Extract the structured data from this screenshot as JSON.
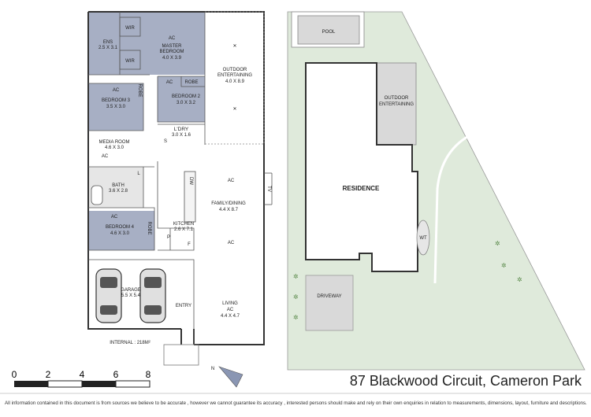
{
  "plan": {
    "rooms": {
      "ens": {
        "name": "ENS",
        "dims": "2.5 X 3.1"
      },
      "wir_top": {
        "name": "WIR"
      },
      "wir_bottom": {
        "name": "WIR"
      },
      "master": {
        "ac": "AC",
        "name1": "MASTER",
        "name2": "BEDROOM",
        "dims": "4.0 X 3.9"
      },
      "outdoor": {
        "name1": "OUTDOOR",
        "name2": "ENTERTAINING",
        "dims": "4.0 X 8.9"
      },
      "robe_a": {
        "name": "ROBE"
      },
      "bed3": {
        "ac": "AC",
        "name": "BEDROOM 3",
        "dims": "3.5 X 3.0"
      },
      "robe_b": {
        "name": "ROBE"
      },
      "bed2": {
        "ac": "AC",
        "name": "BEDROOM 2",
        "dims": "3.0 X 3.2"
      },
      "ldry": {
        "name": "L'DRY",
        "dims": "3.0 X 1.6"
      },
      "s": {
        "name": "S"
      },
      "media": {
        "name": "MEDIA ROOM",
        "dims": "4.6 X 3.0",
        "ac": "AC"
      },
      "bath": {
        "name": "BATH",
        "dims": "3.6 X 2.8"
      },
      "l": {
        "name": "L"
      },
      "dw": {
        "name": "DW"
      },
      "family": {
        "ac1": "AC",
        "name": "FAMILY/DINING",
        "dims": "4.4 X 8.7",
        "ac2": "AC"
      },
      "tv": {
        "name": "TV"
      },
      "bed4": {
        "ac": "AC",
        "name": "BEDROOM 4",
        "dims": "4.6 X 3.0"
      },
      "robe_c": {
        "name": "ROBE"
      },
      "kitchen": {
        "name": "KITCHEN",
        "dims": "2.6 X 7.1"
      },
      "p": {
        "name": "P"
      },
      "f": {
        "name": "F"
      },
      "garage": {
        "name": "GARAGE",
        "dims": "5.5 X 5.4"
      },
      "entry": {
        "name": "ENTRY"
      },
      "living": {
        "name": "LIVING",
        "ac": "AC",
        "dims": "4.4 X 4.7"
      }
    },
    "internal": "INTERNAL : 218M²"
  },
  "site": {
    "pool": "POOL",
    "residence": "RESIDENCE",
    "outdoor1": "OUTDOOR",
    "outdoor2": "ENTERTAINING",
    "wt": "WT",
    "driveway": "DRIVEWAY"
  },
  "compass": "N",
  "scale": {
    "ticks": [
      "0",
      "2",
      "4",
      "6",
      "8"
    ]
  },
  "address": "87 Blackwood Circuit, Cameron Park",
  "disclaimer": "All information contained in this document is from sources we believe to be accurate , however we cannot guarantee its accuracy , interested persons should make and rely on their own enquiries in relation to measurements, dimensions, layout, furniture and descriptions.",
  "colors": {
    "bedroom_fill": "#a7afc4",
    "wet_fill": "#e6e6e6",
    "lawn": "#dfeadb",
    "paving": "#d9d9d9"
  }
}
